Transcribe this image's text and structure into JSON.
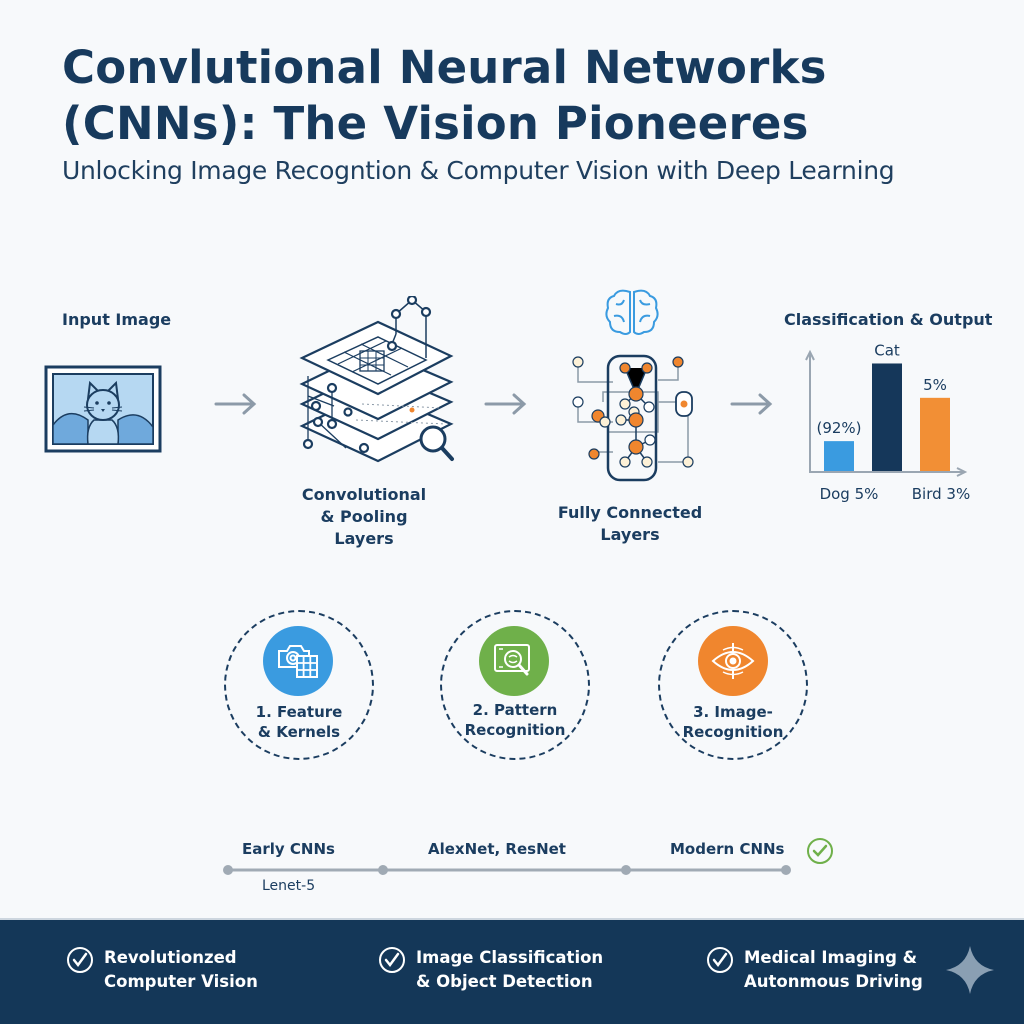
{
  "header": {
    "title_line1": "Convlutional Neural Networks",
    "title_line2": "(CNNs): The Vision Pioneeres",
    "subtitle": "Unlocking Image Recogntion & Computer Vision with Deep Learning"
  },
  "pipeline": {
    "stages": [
      {
        "label": "Input Image",
        "icon": "cat-picture-icon"
      },
      {
        "label_lines": [
          "Convolutional",
          "& Pooling",
          "Layers"
        ],
        "icon": "stacked-layers-icon"
      },
      {
        "label_lines": [
          "Fully Connected",
          "Layers"
        ],
        "icon": "neural-network-icon",
        "top_icon": "brain-icon"
      },
      {
        "label": "Classification & Output",
        "icon": "bar-chart-icon"
      }
    ],
    "arrow_icon": "arrow-right-icon"
  },
  "chart_data": {
    "type": "bar",
    "title": "Classification & Output",
    "categories": [
      "Dog",
      "Cat",
      "Bird"
    ],
    "values": [
      20,
      72,
      49
    ],
    "value_scale_note": "relative bar heights as depicted (0-100 scale)",
    "bar_labels": [
      "(92%)",
      "Cat",
      "5%"
    ],
    "x_labels": [
      "Dog 5%",
      "",
      "Bird 3%"
    ],
    "colors": [
      "#3a9be0",
      "#15375a",
      "#f28f35"
    ],
    "xlabel": "",
    "ylabel": "",
    "ylim": [
      0,
      100
    ],
    "grid": false,
    "legend": "none"
  },
  "steps": [
    {
      "label_lines": [
        "1. Feature",
        "& Kernels"
      ],
      "icon": "camera-grid-icon",
      "color": "#3a9be0"
    },
    {
      "label_lines": [
        "2. Pattern",
        "Recognition"
      ],
      "icon": "magnifier-image-icon",
      "color": "#6fb04a"
    },
    {
      "label_lines": [
        "3. Image-",
        "Recognition"
      ],
      "icon": "eye-target-icon",
      "color": "#f0862e"
    }
  ],
  "timeline": {
    "labels": [
      "Early CNNs",
      "AlexNet, ResNet",
      "Modern CNNs"
    ],
    "sublabel": "Lenet-5",
    "end_icon": "check-circle-icon",
    "check_color": "#6fb04a"
  },
  "footer": {
    "items": [
      {
        "lines": [
          "Revolutionzed",
          "Computer Vision"
        ],
        "icon": "check-circle-icon"
      },
      {
        "lines": [
          "Image Classification",
          "& Object Detection"
        ],
        "icon": "check-circle-icon"
      },
      {
        "lines": [
          "Medical Imaging &",
          "Autonmous Driving"
        ],
        "icon": "check-circle-icon"
      }
    ],
    "decor_icon": "sparkle-star-icon",
    "background": "#143758"
  }
}
